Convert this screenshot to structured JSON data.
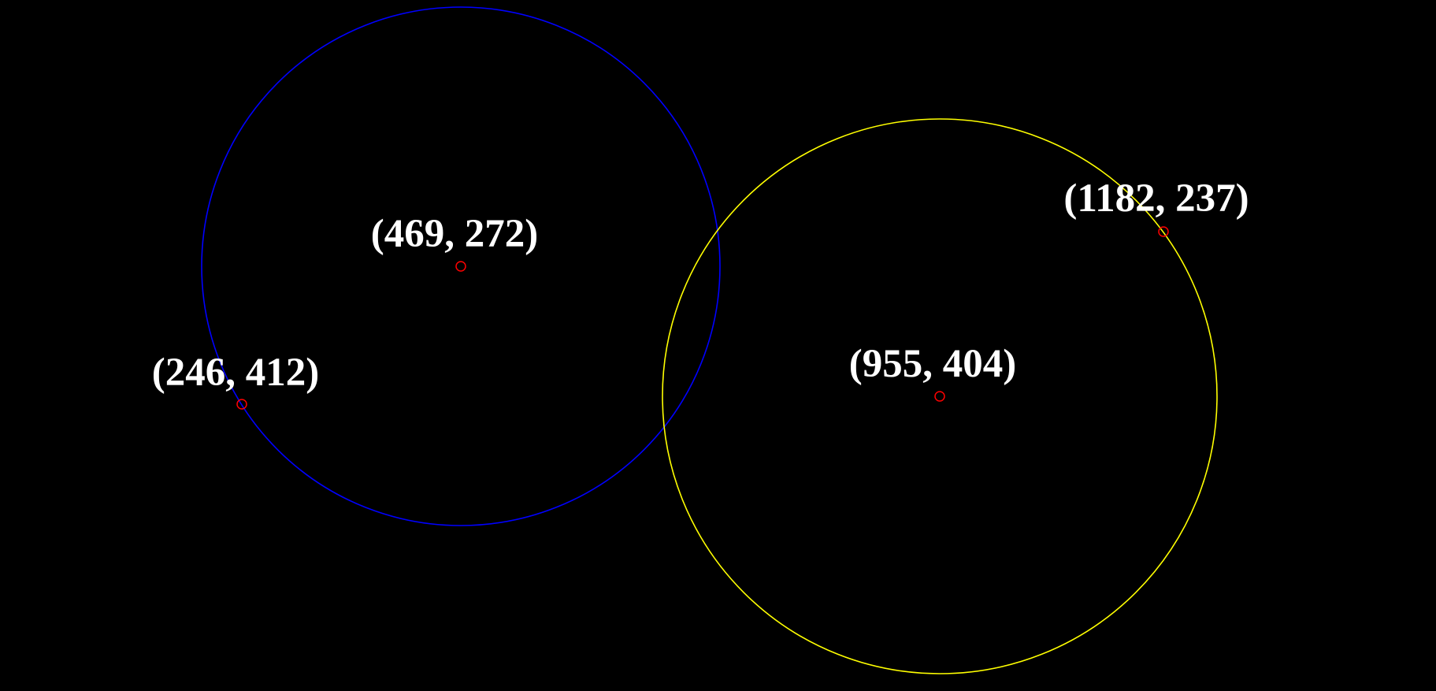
{
  "colors": {
    "background": "#000000",
    "marker": "#ff0000",
    "label": "#ffffff"
  },
  "circles": [
    {
      "name": "blue-circle",
      "color": "#0000ff",
      "center": {
        "label": "(469, 272)"
      },
      "point": {
        "label": "(246, 412)"
      }
    },
    {
      "name": "yellow-circle",
      "color": "#ffff00",
      "center": {
        "label": "(955, 404)"
      },
      "point": {
        "label": "(1182, 237)"
      }
    }
  ]
}
